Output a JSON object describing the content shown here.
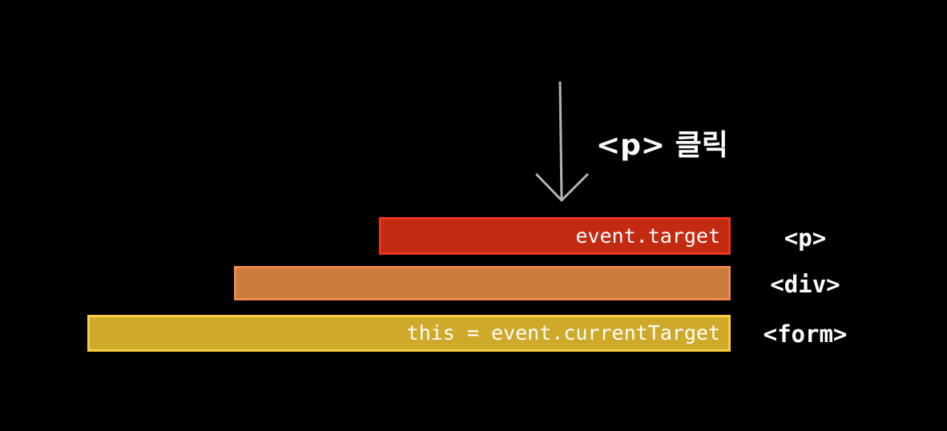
{
  "click_label": "<p> 클릭",
  "bars": [
    {
      "key": "p",
      "text": "event.target",
      "color": "#c32a12",
      "border_color": "#f0341e"
    },
    {
      "key": "div",
      "text": "",
      "color": "#cc7a3e",
      "border_color": "#ef8a4b"
    },
    {
      "key": "form",
      "text": "this = event.currentTarget",
      "color": "#cfa92a",
      "border_color": "#f6d03f"
    }
  ],
  "tags": [
    "<p>",
    "<div>",
    "<form>"
  ],
  "colors": {
    "background": "#000000",
    "arrow": "#b5b5b5",
    "text": "#ffffff"
  }
}
